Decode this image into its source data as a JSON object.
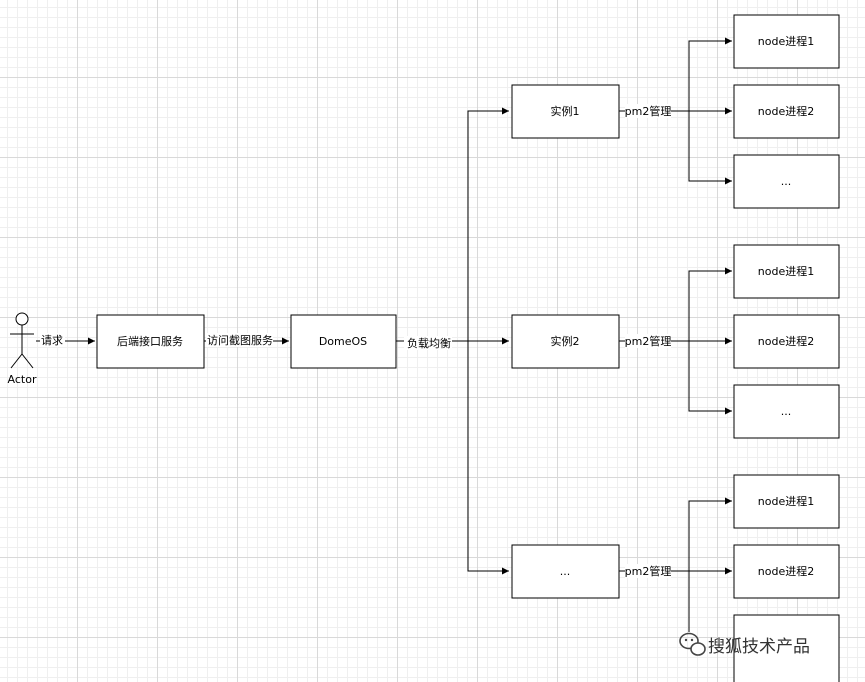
{
  "actor": {
    "label": "Actor"
  },
  "request_label": "请求",
  "backend": {
    "label": "后端接口服务"
  },
  "access_label": "访问截图服务",
  "domeos": {
    "label": "DomeOS"
  },
  "lb_label": "负载均衡",
  "instances": [
    {
      "label": "实例1",
      "pm2_label": "pm2管理",
      "procs": [
        "node进程1",
        "node进程2",
        "..."
      ]
    },
    {
      "label": "实例2",
      "pm2_label": "pm2管理",
      "procs": [
        "node进程1",
        "node进程2",
        "..."
      ]
    },
    {
      "label": "...",
      "pm2_label": "pm2管理",
      "procs": [
        "node进程1",
        "node进程2",
        ""
      ]
    }
  ],
  "watermark": "搜狐技术产品"
}
